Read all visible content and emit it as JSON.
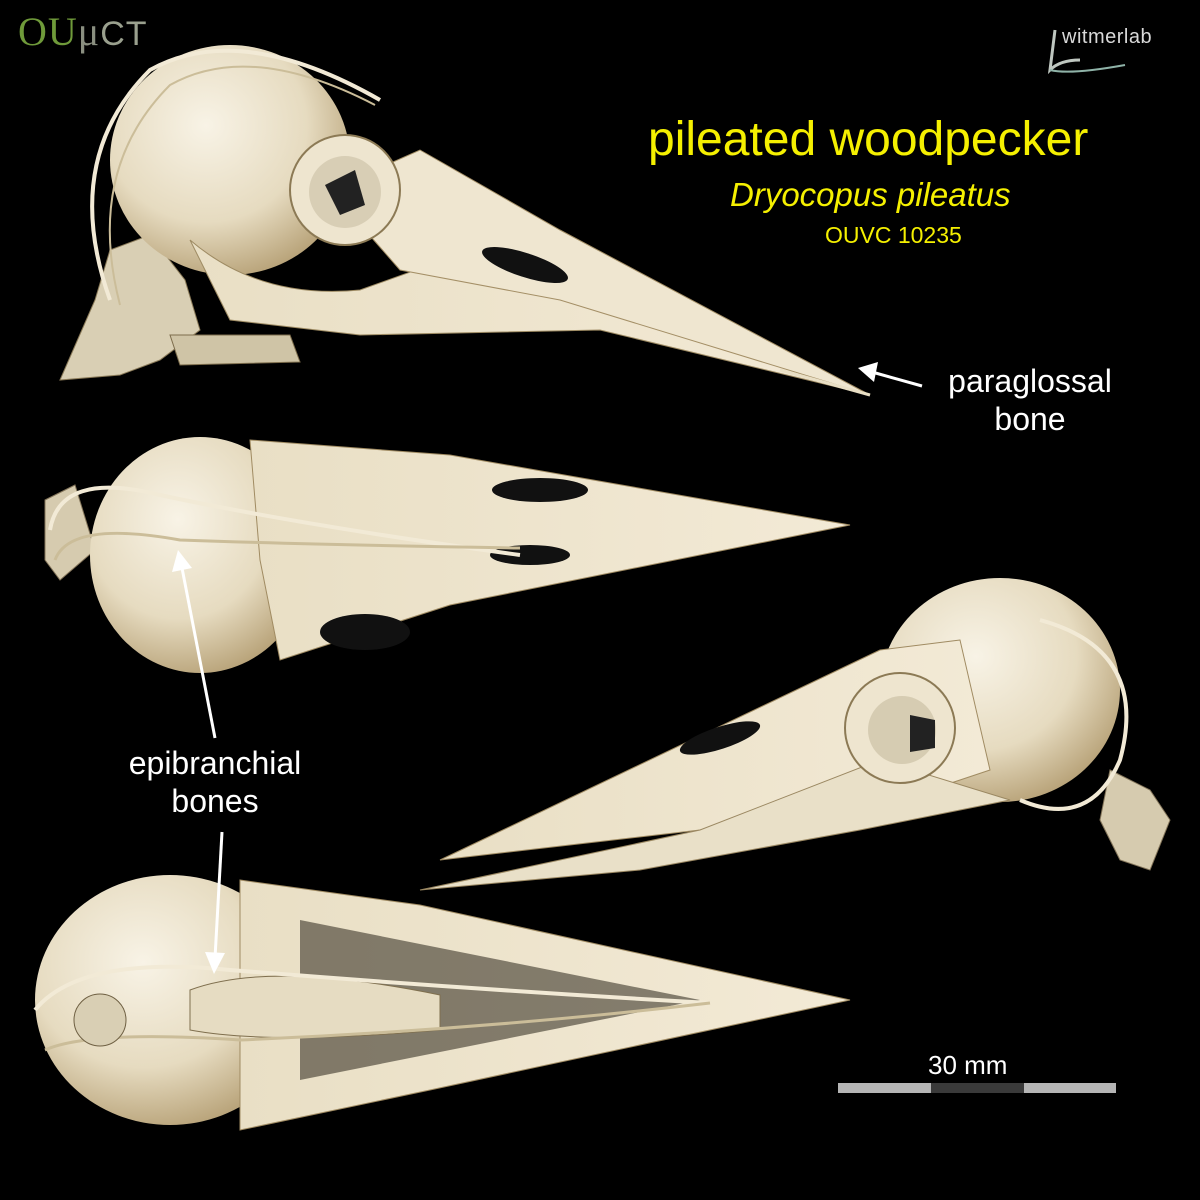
{
  "logos": {
    "ou_a": "OU",
    "ou_mu": "μ",
    "ou_ct": "CT",
    "lab": "witmerlab"
  },
  "header": {
    "title": "pileated woodpecker",
    "species": "Dryocopus pileatus",
    "catalog": "OUVC 10235"
  },
  "labels": {
    "paraglossal_line1": "paraglossal",
    "paraglossal_line2": "bone",
    "epibranchial_line1": "epibranchial",
    "epibranchial_line2": "bones"
  },
  "scale_bar": {
    "label": "30 mm"
  },
  "colors": {
    "background": "#000000",
    "title": "#f5f000",
    "bone": "#ece3cc",
    "bone_shadow": "#b8a47c",
    "label": "#ffffff",
    "logo_green": "#6f9a3a"
  }
}
